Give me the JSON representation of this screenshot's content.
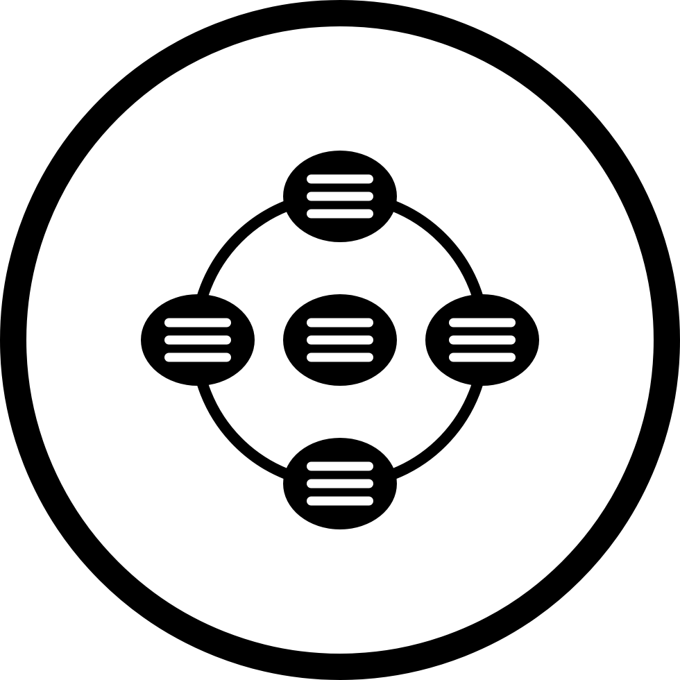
{
  "icon": {
    "name": "cycle-diagram-icon",
    "style": "glyph",
    "colors": {
      "foreground": "#000000",
      "background": "#ffffff"
    },
    "parts": {
      "frame": "outer-ring",
      "connector": "loop-ring",
      "nodes": [
        {
          "name": "top-node",
          "lines": 3
        },
        {
          "name": "left-node",
          "lines": 3
        },
        {
          "name": "center-node",
          "lines": 3
        },
        {
          "name": "right-node",
          "lines": 3
        },
        {
          "name": "bottom-node",
          "lines": 3
        }
      ]
    }
  }
}
